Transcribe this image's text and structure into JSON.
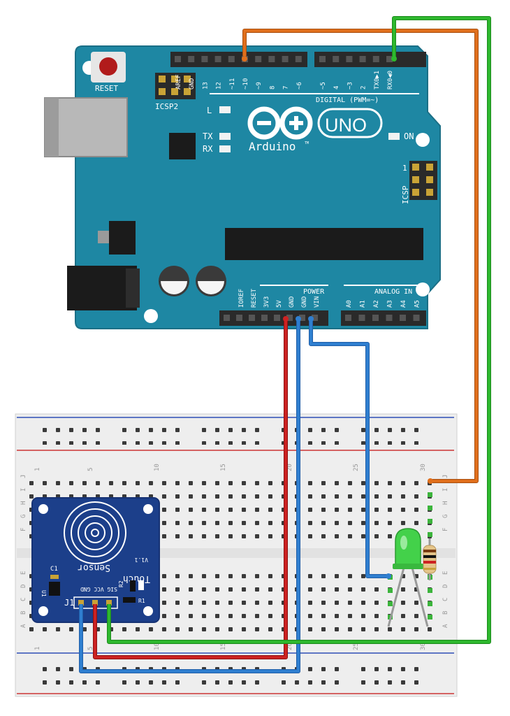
{
  "arduino": {
    "reset_label": "RESET",
    "icsp2_label": "ICSP2",
    "icsp_label": "ICSP",
    "icsp_pin1": "1",
    "digital_label": "DIGITAL (PWM=~)",
    "digital_pins": [
      "AREF",
      "GND",
      "13",
      "12",
      "~11",
      "~10",
      "~9",
      "8",
      "7",
      "~6",
      "~5",
      "4",
      "~3",
      "2",
      "TX0▶1",
      "RX0◀0"
    ],
    "led_labels": [
      "L",
      "TX",
      "RX"
    ],
    "on_label": "ON",
    "brand": "Arduino",
    "brand_tm": "TM",
    "model": "UNO",
    "power_label": "POWER",
    "analog_label": "ANALOG IN",
    "power_pins": [
      "IOREF",
      "RESET",
      "3V3",
      "5V",
      "GND",
      "GND",
      "VIN"
    ],
    "analog_pins": [
      "A0",
      "A1",
      "A2",
      "A3",
      "A4",
      "A5"
    ]
  },
  "breadboard": {
    "column_numbers": [
      "1",
      "5",
      "10",
      "15",
      "20",
      "25",
      "30"
    ],
    "row_letters_top": [
      "J",
      "I",
      "H",
      "G",
      "F"
    ],
    "row_letters_bottom": [
      "E",
      "D",
      "C",
      "B",
      "A"
    ]
  },
  "touch_sensor": {
    "title_line1": "Touch",
    "title_line2": "Sensor",
    "version": "V1.1",
    "c1_label": "C1",
    "u1_label": "U1",
    "r2_label": "R2",
    "r1_label": "R1",
    "j1_label": "J1",
    "pin_labels": "SIG VCC GND"
  },
  "wire_colors": {
    "signal_to_d2": "#2eb82e",
    "led_to_d12": "#e06f1c",
    "power_5v": "#cc2222",
    "ground": "#2f7fd0"
  }
}
